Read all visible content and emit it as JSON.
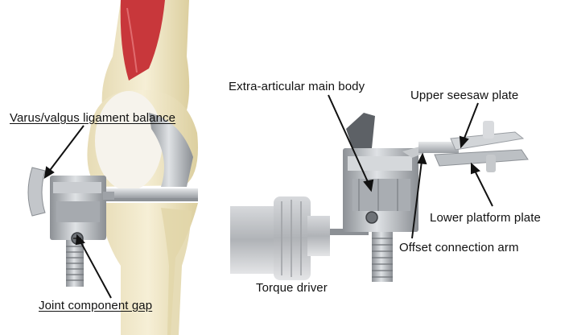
{
  "labels": {
    "varus_valgus": "Varus/valgus ligament balance",
    "joint_gap": "Joint component gap",
    "extra_articular": "Extra-articular main body",
    "upper_seesaw": "Upper seesaw plate",
    "lower_platform": "Lower platform plate",
    "offset_arm": "Offset connection arm",
    "torque_driver": "Torque driver"
  },
  "colors": {
    "bone": "#efe6c8",
    "cartilage": "#f4f1ea",
    "muscle": "#c8373b",
    "metal": "#b9bcc1",
    "metal_dark": "#7d8186",
    "line": "#111111"
  }
}
